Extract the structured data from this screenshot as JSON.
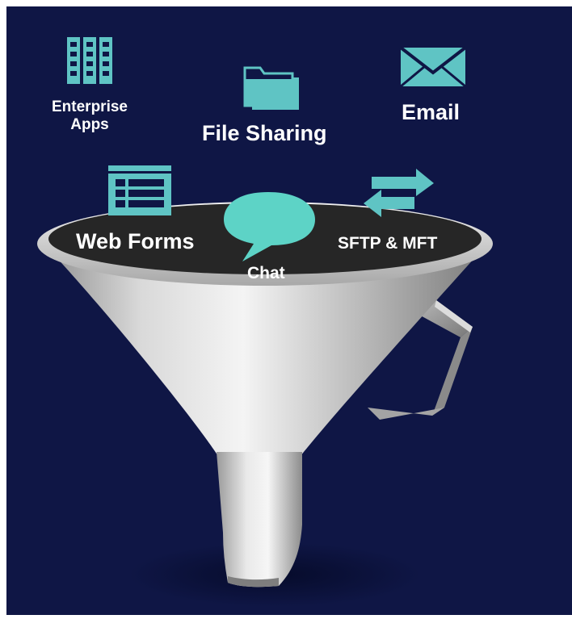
{
  "labels": {
    "enterprise_apps": [
      "Enterprise",
      "Apps"
    ],
    "file_sharing": "File Sharing",
    "email": "Email",
    "web_forms": "Web Forms",
    "chat": "Chat",
    "sftp_mft": "SFTP & MFT"
  },
  "icons": {
    "enterprise_apps": "server-rack-icon",
    "file_sharing": "folder-icon",
    "email": "envelope-icon",
    "web_forms": "form-icon",
    "chat": "speech-bubble-icon",
    "sftp_mft": "transfer-arrows-icon"
  },
  "colors": {
    "background": "#0f1645",
    "icon_teal": "#5fc4c4",
    "chat_bubble": "#5dd3c6",
    "funnel_opening": "#262626",
    "funnel_silver": "#c5c5c5",
    "text": "#ffffff"
  }
}
